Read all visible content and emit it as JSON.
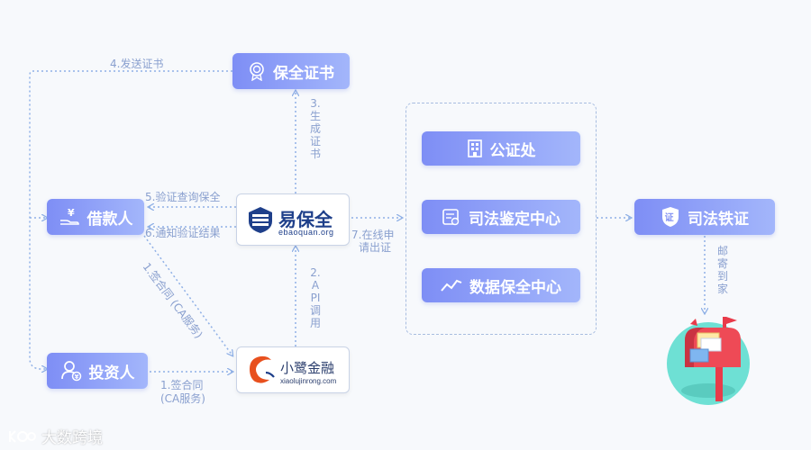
{
  "nodes": {
    "certificate": "保全证书",
    "borrower": "借款人",
    "investor": "投资人",
    "notary_office": "公证处",
    "judicial_center": "司法鉴定中心",
    "data_center": "数据保全中心",
    "judicial_proof": "司法铁证"
  },
  "logos": {
    "ebaoquan_name": "易保全",
    "ebaoquan_domain": "ebaoquan.org",
    "xiaolu_name": "小鹭金融",
    "xiaolu_domain": "xiaolujinrong.com"
  },
  "edges": {
    "send_certificate": "4.发送证书",
    "generate_certificate": "3.生成证书",
    "verify_query": "5.验证查询保全",
    "notify_result": "6.通知验证结果",
    "sign_contract_borrower": "1.签合同 (CA服务)",
    "api_call": "2.API调用",
    "online_apply_line1": "7.在线申",
    "online_apply_line2": "请出证",
    "sign_contract_investor_line1": "1.签合同",
    "sign_contract_investor_line2": "(CA服务)",
    "mail_home": "邮寄到家"
  },
  "watermark": "大数跨境",
  "colors": {
    "node_start": "#7e8ef5",
    "node_end": "#a3b6fb",
    "connector": "#8fb0e6",
    "label": "#8aa0cf"
  }
}
